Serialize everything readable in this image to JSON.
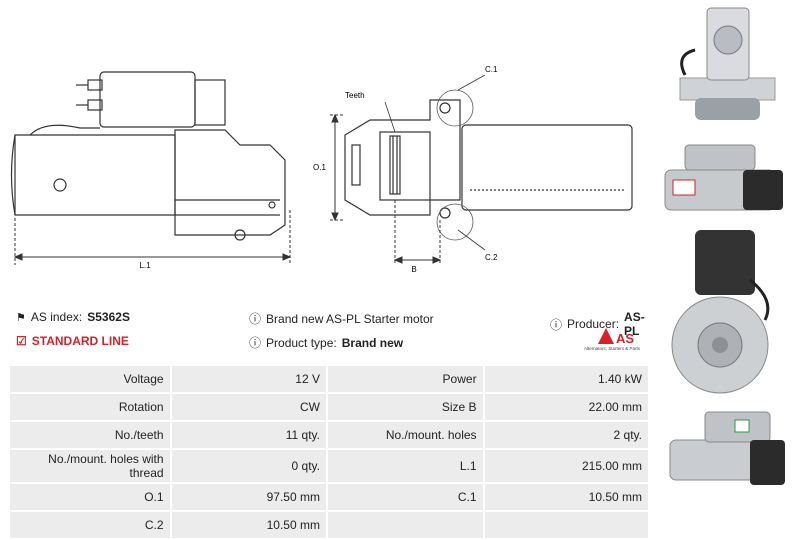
{
  "drawing_labels": {
    "teeth": "Teeth",
    "c1": "C.1",
    "c2": "C.2",
    "o1": "O.1",
    "l1": "L.1",
    "b": "B"
  },
  "info": {
    "as_index_label": "AS index:",
    "as_index_value": "S5362S",
    "description": "Brand new AS-PL Starter motor",
    "producer_label": "Producer:",
    "producer_value": "AS-PL",
    "standard_line": "STANDARD LINE",
    "product_type_label": "Product type:",
    "product_type_value": "Brand new"
  },
  "logo": {
    "mark": "AS",
    "tagline": "Alternators, Starters & Parts"
  },
  "specs": [
    {
      "l1": "Voltage",
      "v1": "12 V",
      "l2": "Power",
      "v2": "1.40 kW"
    },
    {
      "l1": "Rotation",
      "v1": "CW",
      "l2": "Size B",
      "v2": "22.00 mm"
    },
    {
      "l1": "No./teeth",
      "v1": "11 qty.",
      "l2": "No./mount. holes",
      "v2": "2 qty."
    },
    {
      "l1": "No./mount. holes with thread",
      "v1": "0 qty.",
      "l2": "L.1",
      "v2": "215.00 mm"
    },
    {
      "l1": "O.1",
      "v1": "97.50 mm",
      "l2": "C.1",
      "v2": "10.50 mm"
    },
    {
      "l1": "C.2",
      "v1": "10.50 mm",
      "l2": "",
      "v2": ""
    }
  ],
  "colors": {
    "accent_red": "#d6202a",
    "cell_bg": "#ececec"
  }
}
